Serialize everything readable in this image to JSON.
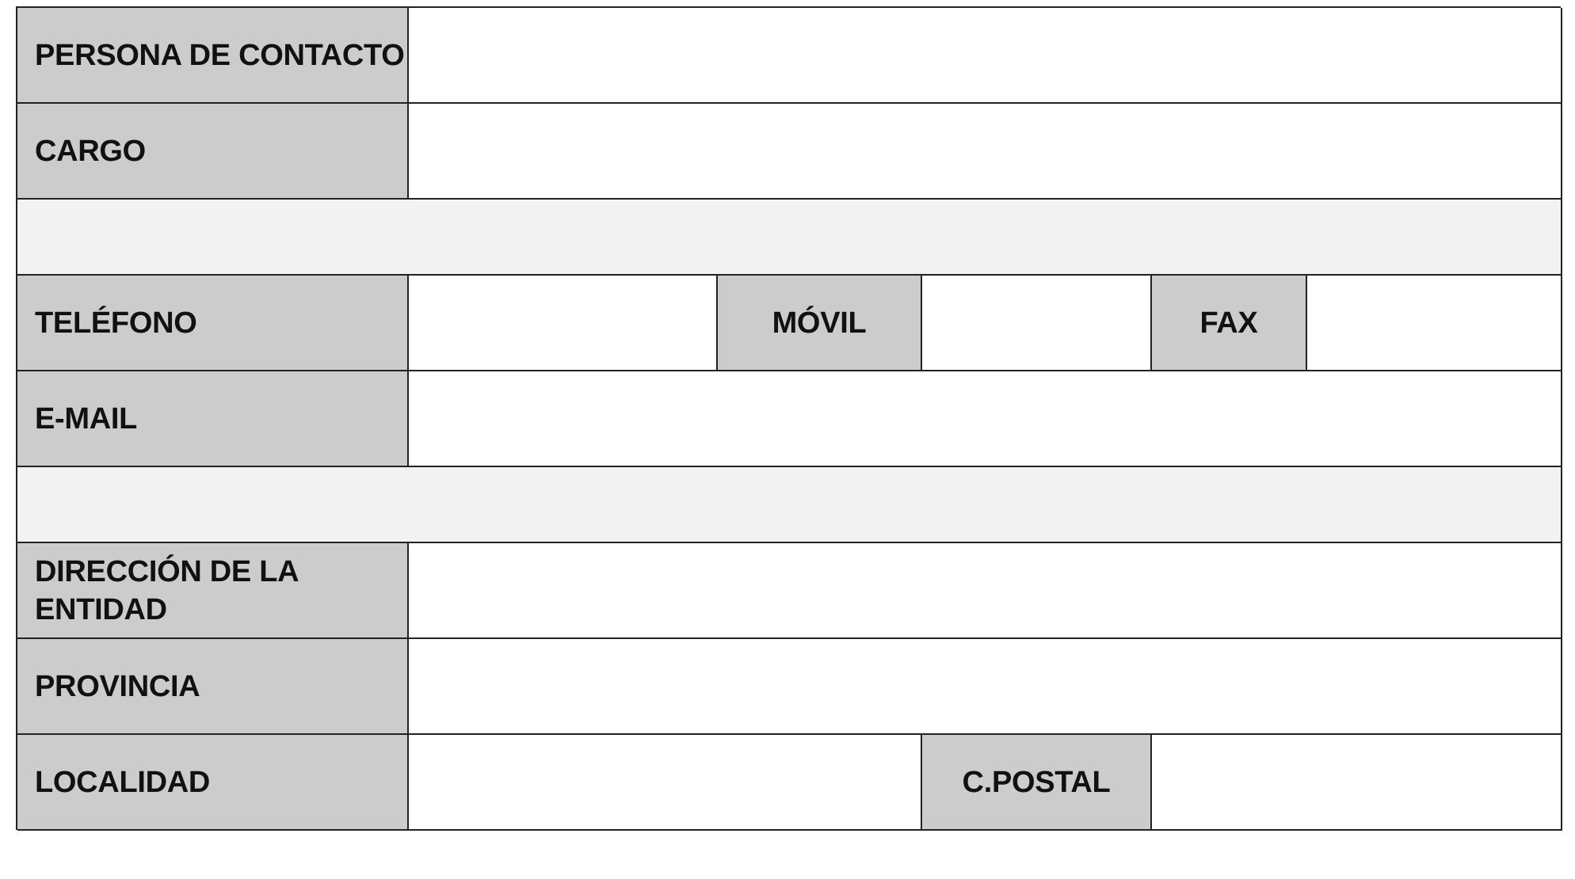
{
  "form": {
    "rows": {
      "persona_contacto": {
        "label": "PERSONA DE CONTACTO",
        "value": ""
      },
      "cargo": {
        "label": "CARGO",
        "value": ""
      },
      "telefono": {
        "label": "TELÉFONO",
        "value": ""
      },
      "movil": {
        "label": "MÓVIL",
        "value": ""
      },
      "fax": {
        "label": "FAX",
        "value": ""
      },
      "email": {
        "label": "E-MAIL",
        "value": ""
      },
      "direccion": {
        "label_line1": "DIRECCIÓN DE LA",
        "label_line2": "ENTIDAD",
        "value": ""
      },
      "provincia": {
        "label": "PROVINCIA",
        "value": ""
      },
      "localidad": {
        "label": "LOCALIDAD",
        "value": ""
      },
      "cpostal": {
        "label": "C.POSTAL",
        "value": ""
      }
    },
    "colors": {
      "label_background": "#cccccc",
      "spacer_background": "#f2f2f2",
      "border": "#222222"
    }
  }
}
